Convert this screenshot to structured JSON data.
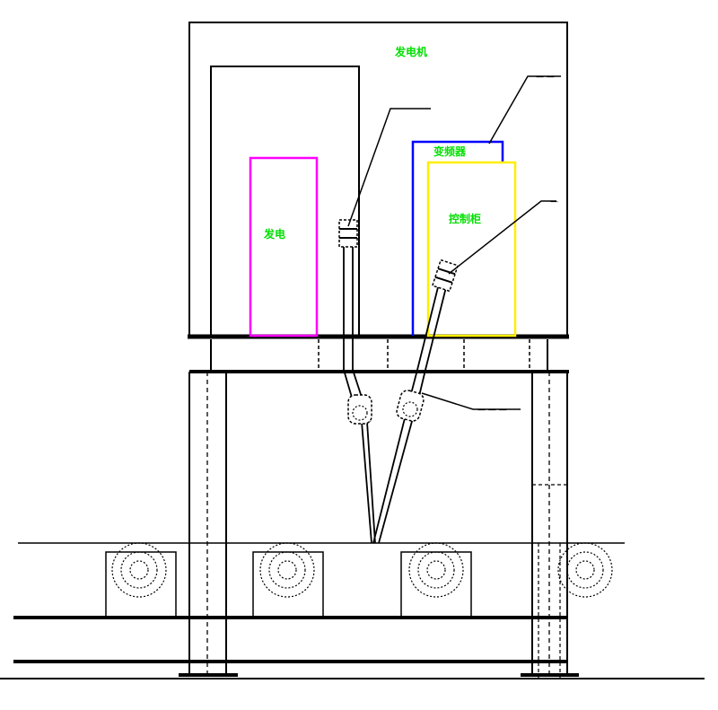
{
  "labels": {
    "cabinet_top": "发电机",
    "left_box": "发电",
    "blue_box": "变频器",
    "yellow_box": "控制柜",
    "callout_right_top": "—  —",
    "callout_mid_left": "— — —",
    "callout_right_mid": "—",
    "callout_bottom_right": "— — —"
  },
  "colors": {
    "green_text": "#00e000",
    "magenta": "#ff00ff",
    "blue": "#0000ff",
    "yellow": "#ffee00",
    "line": "#000000"
  }
}
